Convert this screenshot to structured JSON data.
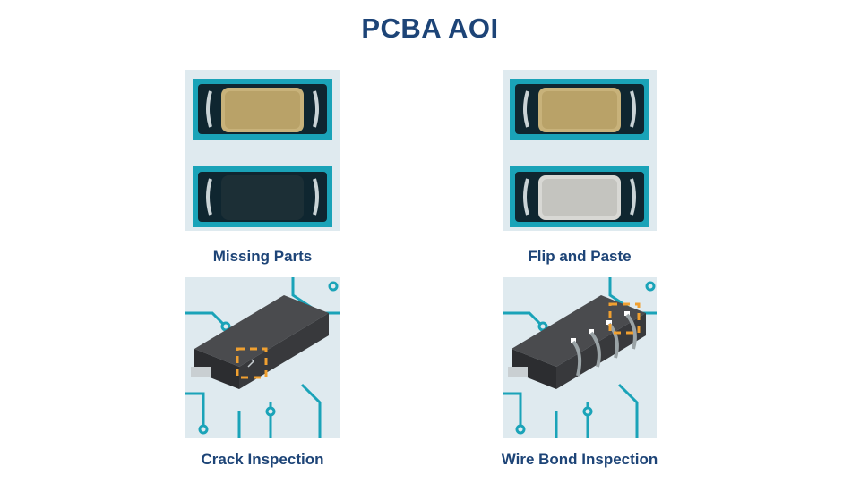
{
  "title": "PCBA AOI",
  "panels": [
    {
      "caption": "Missing Parts",
      "icon": "missing-parts-illustration"
    },
    {
      "caption": "Flip and Paste",
      "icon": "flip-and-paste-illustration"
    },
    {
      "caption": "Crack Inspection",
      "icon": "crack-inspection-illustration"
    },
    {
      "caption": "Wire Bond Inspection",
      "icon": "wire-bond-inspection-illustration"
    }
  ],
  "colors": {
    "title": "#1d4477",
    "panel_bg": "#dfeaef",
    "pad_frame": "#1aa3b8",
    "component_body": "#c8b27a",
    "chip_body": "#3a3b3e",
    "highlight_box": "#f0a030",
    "trace": "#1aa3b8"
  }
}
